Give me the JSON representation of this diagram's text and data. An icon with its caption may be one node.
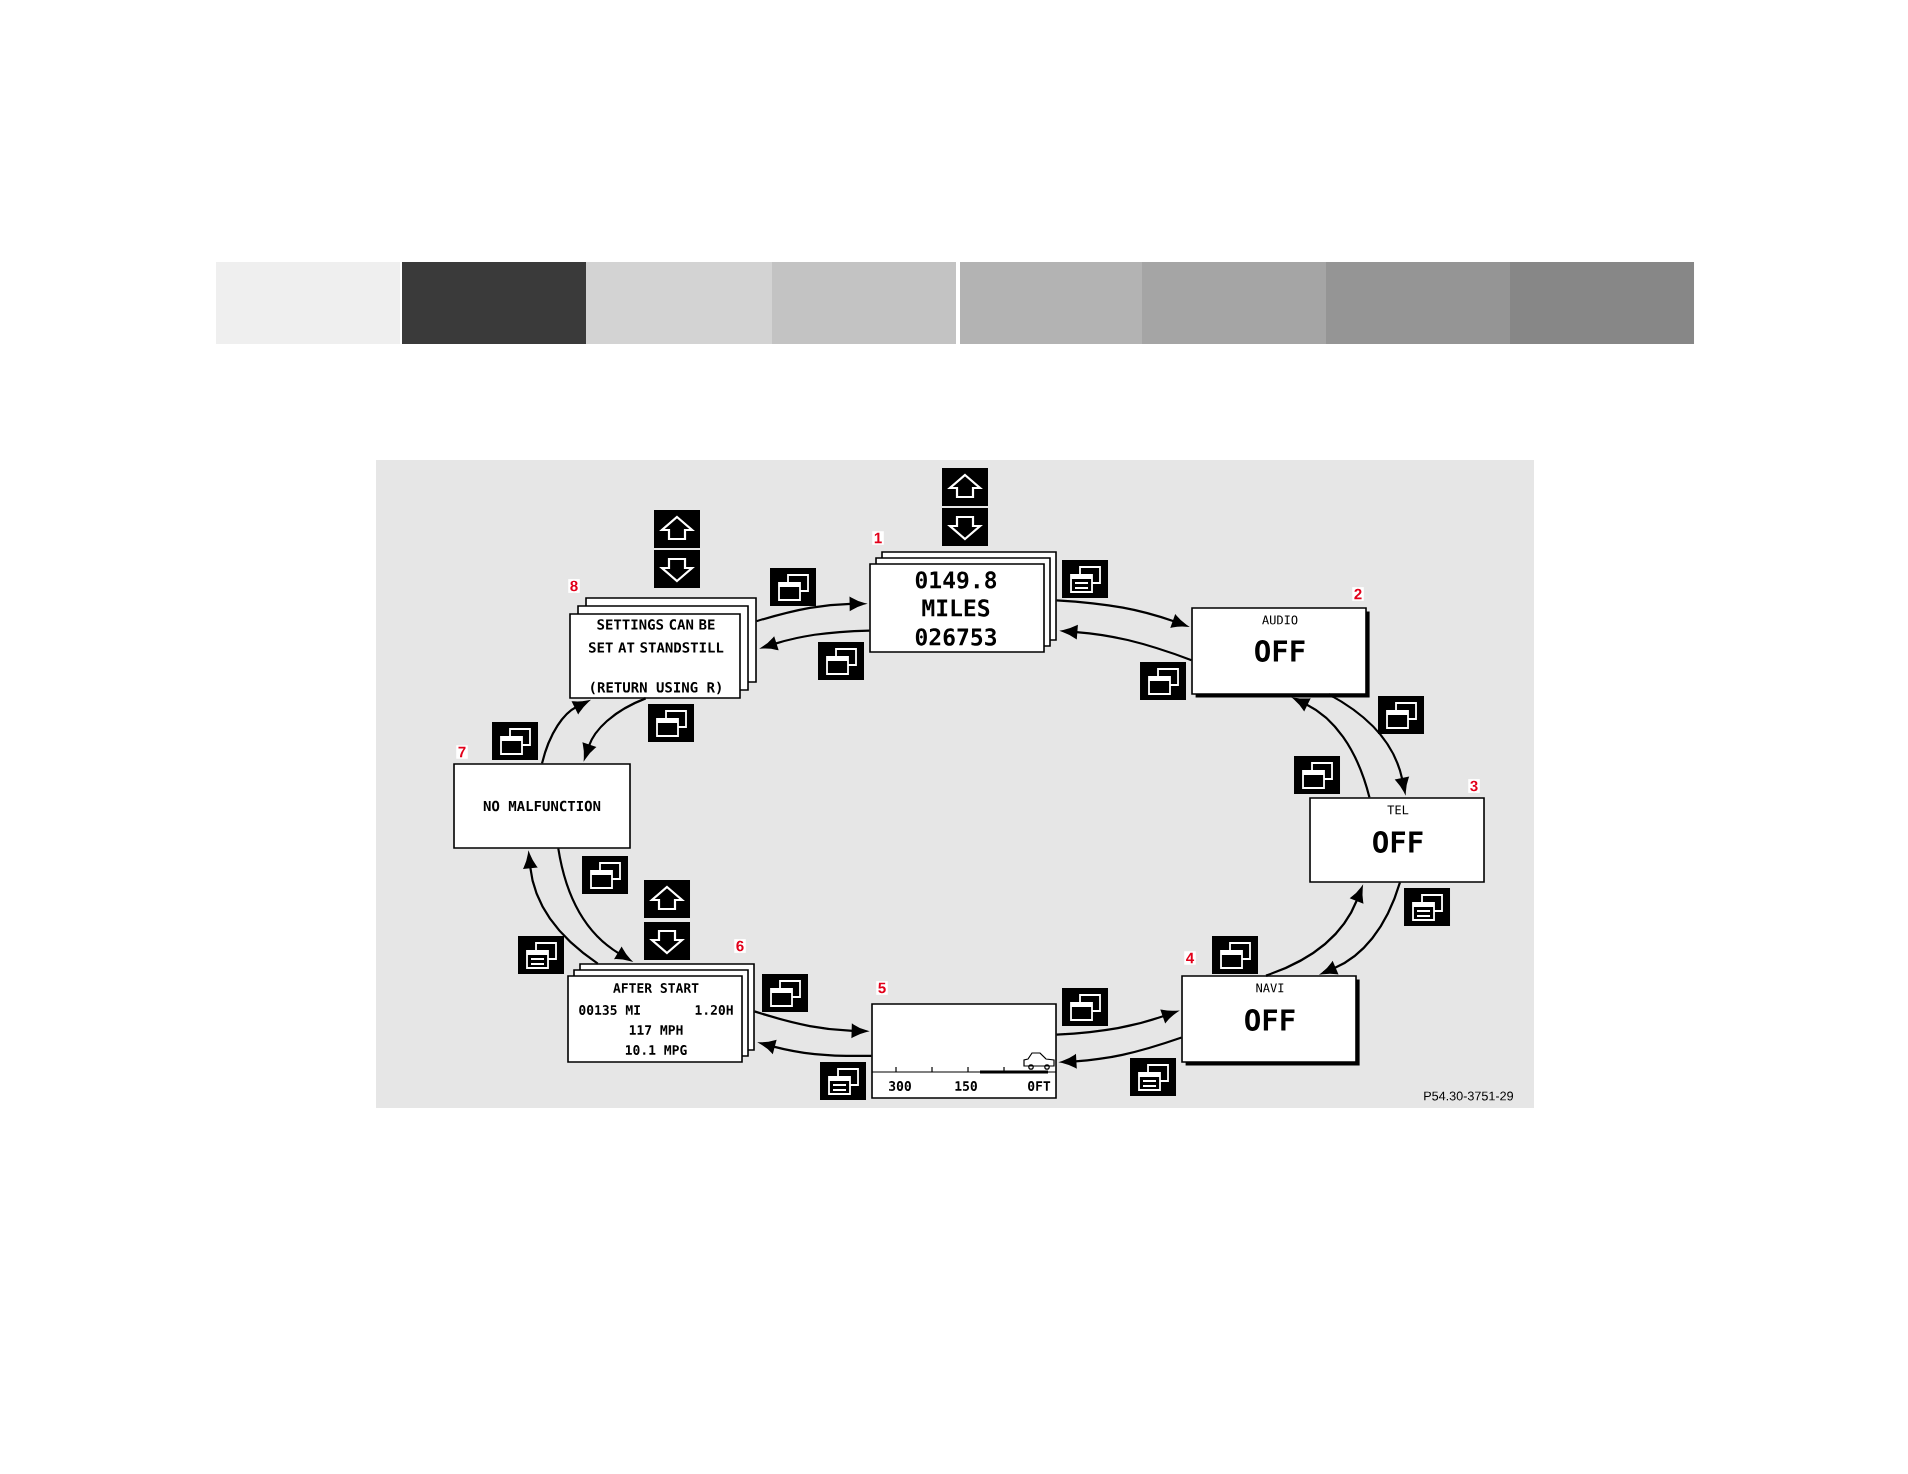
{
  "diagram": {
    "nodes": [
      {
        "text": [
          "0149.8",
          "MILES",
          "026753"
        ],
        "beside": [
          "1"
        ]
      },
      {
        "text": [
          "AUDIO",
          "OFF"
        ],
        "beside": [
          "2"
        ]
      },
      {
        "text": [
          "TEL",
          "OFF"
        ],
        "beside": [
          "3"
        ]
      },
      {
        "text": [
          "NAVI",
          "OFF"
        ],
        "beside": [
          "4"
        ]
      },
      {
        "text": [
          "300",
          "150",
          "0FT"
        ],
        "beside": [
          "5"
        ]
      },
      {
        "text": [
          "AFTER START",
          "00135 MI",
          "1.20H",
          "117 MPH",
          "10.1 MPG"
        ],
        "beside": [
          "6"
        ]
      },
      {
        "text": [
          "NO MALFUNCTION"
        ],
        "beside": [
          "7"
        ]
      },
      {
        "text": [
          "SETTINGS CAN BE SET AT STANDSTILL",
          "(RETURN USING R)"
        ],
        "beside": [
          "8"
        ]
      }
    ],
    "edges": [
      {
        "from": 7,
        "to": 0,
        "arrow": "to"
      },
      {
        "from": 0,
        "to": 7,
        "arrow": "to"
      },
      {
        "from": 0,
        "to": 1,
        "arrow": "to"
      },
      {
        "from": 1,
        "to": 0,
        "arrow": "to"
      },
      {
        "from": 1,
        "to": 2,
        "arrow": "to"
      },
      {
        "from": 2,
        "to": 1,
        "arrow": "to"
      },
      {
        "from": 2,
        "to": 3,
        "arrow": "to"
      },
      {
        "from": 3,
        "to": 2,
        "arrow": "to"
      },
      {
        "from": 3,
        "to": 4,
        "arrow": "to"
      },
      {
        "from": 4,
        "to": 3,
        "arrow": "to"
      },
      {
        "from": 4,
        "to": 5,
        "arrow": "to"
      },
      {
        "from": 5,
        "to": 4,
        "arrow": "to"
      },
      {
        "from": 5,
        "to": 6,
        "arrow": "to"
      },
      {
        "from": 6,
        "to": 5,
        "arrow": "to"
      },
      {
        "from": 6,
        "to": 7,
        "arrow": "to"
      },
      {
        "from": 7,
        "to": 6,
        "arrow": "to"
      }
    ],
    "labels": [
      "P54.30-3751-29"
    ]
  }
}
